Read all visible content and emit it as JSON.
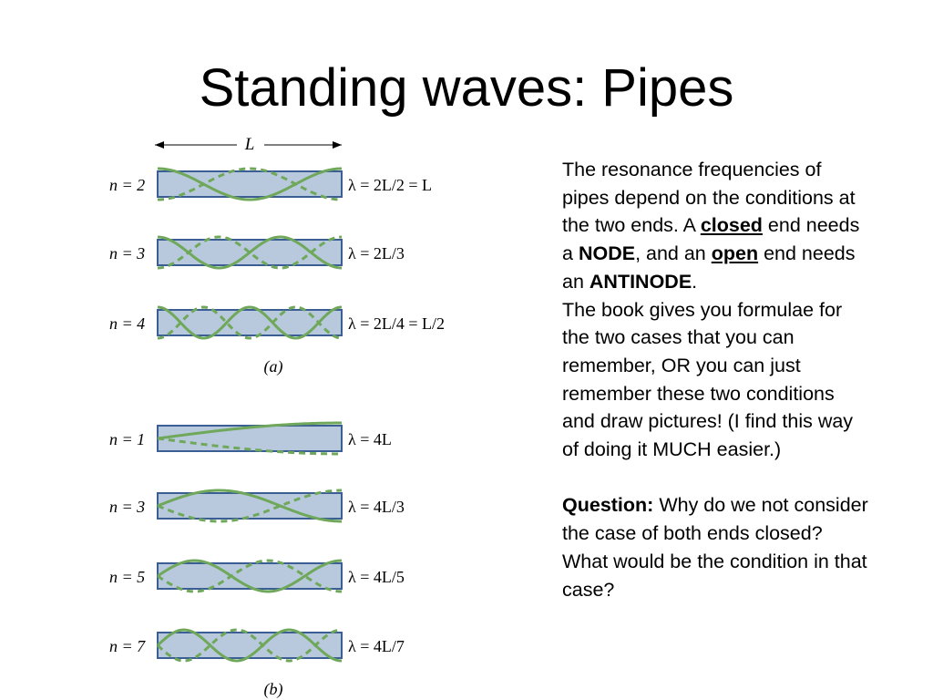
{
  "slide": {
    "title": "Standing waves: Pipes"
  },
  "figure": {
    "length_label": "L",
    "panel_a": {
      "caption": "(a)",
      "rows": [
        {
          "n_label": "n = 2",
          "lambda_label": "λ = 2L/2 = L"
        },
        {
          "n_label": "n = 3",
          "lambda_label": "λ = 2L/3"
        },
        {
          "n_label": "n = 4",
          "lambda_label": "λ = 2L/4 = L/2"
        }
      ]
    },
    "panel_b": {
      "caption": "(b)",
      "rows": [
        {
          "n_label": "n = 1",
          "lambda_label": "λ = 4L"
        },
        {
          "n_label": "n = 3",
          "lambda_label": "λ = 4L/3"
        },
        {
          "n_label": "n = 5",
          "lambda_label": "λ = 4L/5"
        },
        {
          "n_label": "n = 7",
          "lambda_label": "λ = 4L/7"
        }
      ]
    },
    "colors": {
      "pipe_fill": "#b9c9dd",
      "pipe_border": "#3b5f95",
      "wave": "#6fa85a"
    }
  },
  "text": {
    "p1_a": "The resonance frequencies of pipes depend on the conditions at the two ends. A ",
    "p1_closed": "closed",
    "p1_b": " end needs a ",
    "p1_node": "NODE",
    "p1_c": ", and an ",
    "p1_open": "open",
    "p1_d": " end needs an ",
    "p1_antinode": "ANTINODE",
    "p1_e": ".",
    "p2": "The book gives you formulae for the two cases that you can remember, OR you can just remember these two conditions and draw pictures! (I find this way of doing it MUCH easier.)",
    "q_label": "Question:",
    "q_text": " Why do we not consider the case of both ends closed? What would be the condition in that case?"
  }
}
